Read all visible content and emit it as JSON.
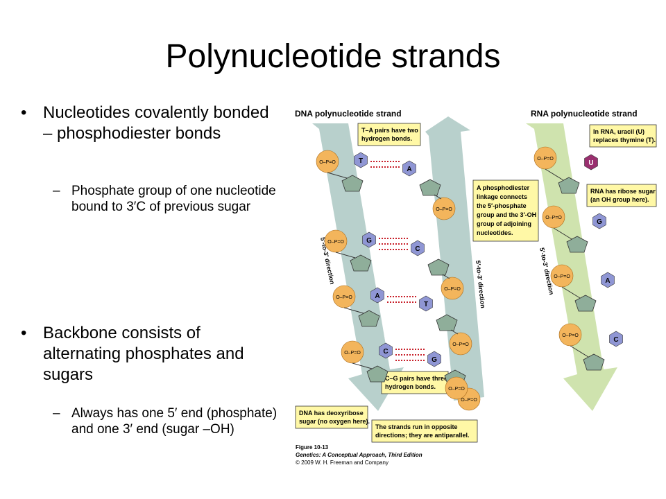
{
  "slide": {
    "title": "Polynucleotide strands",
    "bullets": [
      {
        "text": "Nucleotides covalently bonded – phosphodiester bonds",
        "sub": "Phosphate group of one nucleotide bound to 3′C of previous sugar"
      },
      {
        "text": "Backbone consists of alternating phosphates and sugars",
        "sub": "Always has one 5′ end (phosphate) and one 3′ end (sugar –OH)"
      }
    ],
    "bullet_glyph": "•",
    "sub_glyph": "–"
  },
  "figure": {
    "dna_heading": "DNA polynucleotide strand",
    "rna_heading": "RNA polynucleotide strand",
    "callouts": {
      "ta": [
        "T–A pairs have two",
        "hydrogen bonds."
      ],
      "phosphodiester": [
        "A phosphodiester",
        "linkage connects",
        "the 5′-phosphate",
        "group and the 3′-OH",
        "group of adjoining",
        "nucleotides."
      ],
      "uracil": [
        "In RNA, uracil (U)",
        "replaces thymine (T)."
      ],
      "ribose": [
        "RNA has ribose sugar",
        "(an OH group here)."
      ],
      "cg": [
        "C–G pairs have three",
        "hydrogen bonds."
      ],
      "deoxyribose": [
        "DNA has deoxyribose",
        "sugar (no oxygen here)."
      ],
      "antiparallel": [
        "The strands run in opposite",
        "directions; they are antiparallel."
      ]
    },
    "direction_label": "5′-to-3′ direction",
    "caption": [
      "Figure 10-13",
      "Genetics: A Conceptual Approach, Third Edition",
      "© 2009 W. H. Freeman and Company"
    ],
    "left_bases": [
      "T",
      "G",
      "A",
      "C"
    ],
    "right_bases": [
      "A",
      "C",
      "T",
      "G"
    ],
    "rna_bases": [
      "U",
      "G",
      "A",
      "C"
    ],
    "phosphate_label": "O–P=O",
    "colors": {
      "dna_arrow": "#b8d0cc",
      "rna_arrow": "#cfe3ae",
      "phosphate": "#f3b55c",
      "sugar": "#8fae9a",
      "base_blue": "#8f96d4",
      "uracil": "#9a2f6f",
      "callout": "#fff8a6",
      "hbond": "#c8202a"
    }
  }
}
